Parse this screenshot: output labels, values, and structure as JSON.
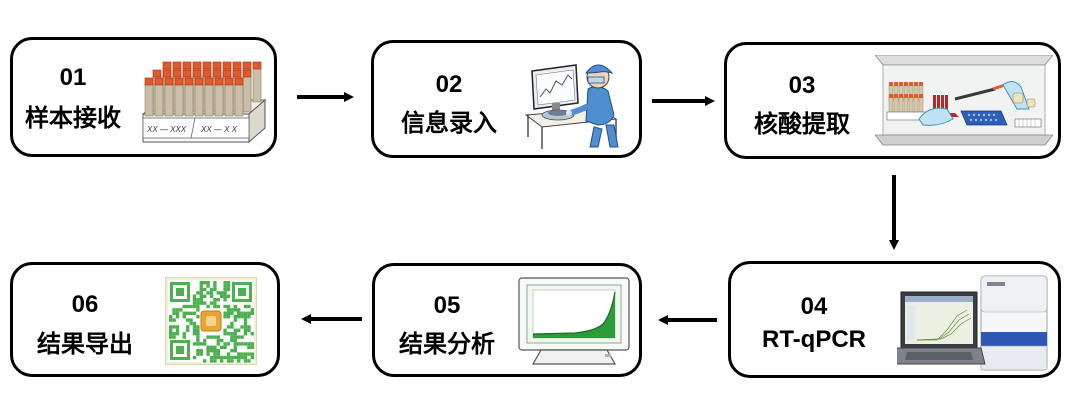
{
  "steps": [
    {
      "number": "01",
      "label": "样本接收",
      "icon": "sample-tube-rack-icon",
      "rack_text": [
        "XX — XXX",
        "XX — X X"
      ]
    },
    {
      "number": "02",
      "label": "信息录入",
      "icon": "technician-at-computer-icon"
    },
    {
      "number": "03",
      "label": "核酸提取",
      "icon": "biosafety-cabinet-pipetting-icon"
    },
    {
      "number": "04",
      "label": "RT-qPCR",
      "icon": "pcr-instrument-laptop-icon"
    },
    {
      "number": "05",
      "label": "结果分析",
      "icon": "amplification-curve-monitor-icon"
    },
    {
      "number": "06",
      "label": "结果导出",
      "icon": "qr-code-icon"
    }
  ],
  "colors": {
    "border": "#000000",
    "arrow": "#000000",
    "qr": "#4caf50",
    "curve": "#2e9b3a",
    "tube_cap": "#e25a2a"
  }
}
